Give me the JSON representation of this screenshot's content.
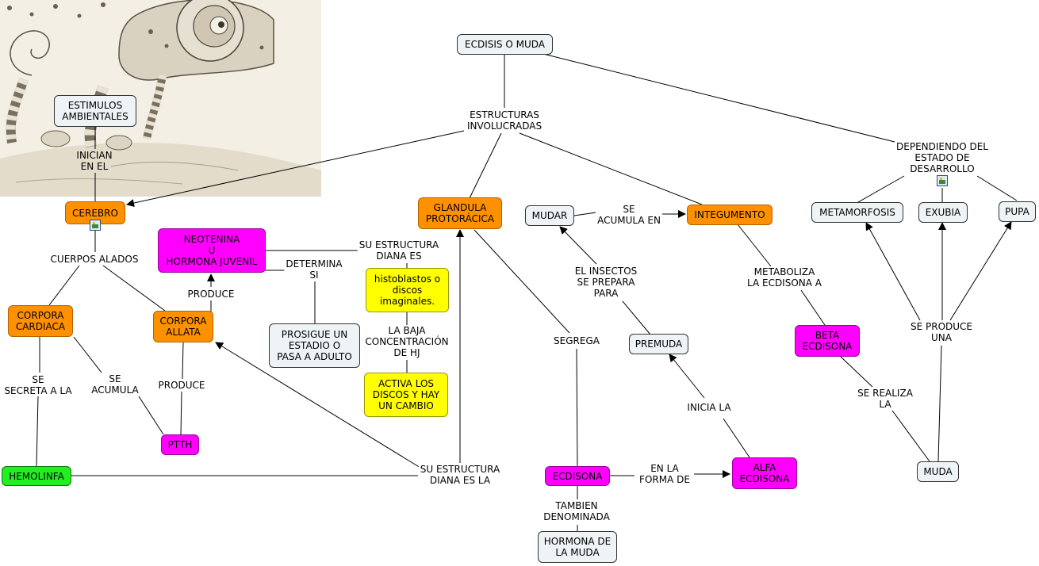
{
  "colors": {
    "gray": "#eef3f6",
    "orange": "#ff9000",
    "magenta": "#ff00ff",
    "yellow": "#ffff00",
    "green": "#22ee22"
  },
  "illustration": "chameleon-sketch",
  "nodes": {
    "ecdisis": "ECDISIS O MUDA",
    "estimulos": "ESTIMULOS\nAMBIENTALES",
    "cerebro": "CEREBRO",
    "neotenina": "NEOTENINA\nU\nHORMONA JUVENIL",
    "glandula": "GLANDULA\nPROTORÁCICA",
    "mudar": "MUDAR",
    "integumento": "INTEGUMENTO",
    "metamorfosis": "METAMORFOSIS",
    "exubia": "EXUBIA",
    "pupa": "PUPA",
    "corpora_cardiaca": "CORPORA\nCARDIACA",
    "corpora_allata": "CORPORA\nALLATA",
    "histoblastos": "histoblastos o\ndiscos\nimaginales.",
    "prosigue": "PROSIGUE UN\nESTADIO O\nPASA A ADULTO",
    "premuda": "PREMUDA",
    "beta": "BETA\nECDISONA",
    "activa": "ACTIVA LOS\nDISCOS Y HAY\nUN CAMBIO",
    "ptth": "PTTH",
    "hemolinfa": "HEMOLINFA",
    "ecdisona": "ECDISONA",
    "alfa": "ALFA\nECDISONA",
    "muda": "MUDA",
    "hormona_muda": "HORMONA DE\nLA MUDA"
  },
  "labels": {
    "estructuras": "ESTRUCTURAS\nINVOLUCRADAS",
    "dependiendo": "DEPENDIENDO DEL\nESTADO DE\nDESARROLLO",
    "inician": "INICIAN\nEN EL",
    "cuerpos_alados": "CUERPOS ALADOS",
    "su_estructura_es": "SU ESTRUCTURA\nDIANA ES",
    "determina": "DETERMINA\nSI",
    "produce1": "PRODUCE",
    "se_acumula_en": "SE\nACUMULA EN",
    "el_insectos": "EL INSECTOS\nSE PREPARA\nPARA",
    "metaboliza": "METABOLIZA\nLA ECDISONA A",
    "se_produce_una": "SE PRODUCE\nUNA",
    "la_baja": "LA BAJA\nCONCENTRACIÓN\nDE HJ",
    "segrega": "SEGREGA",
    "se_secreta": "SE\nSECRETA A LA",
    "se_acumula": "SE\nACUMULA",
    "produce2": "PRODUCE",
    "inicia_la": "INICIA LA",
    "se_realiza_la": "SE REALIZA\nLA",
    "su_estructura_es_la": "SU ESTRUCTURA\nDIANA ES LA",
    "en_la_forma": "EN LA\nFORMA DE",
    "tambien": "TAMBIEN\nDENOMINADA"
  }
}
